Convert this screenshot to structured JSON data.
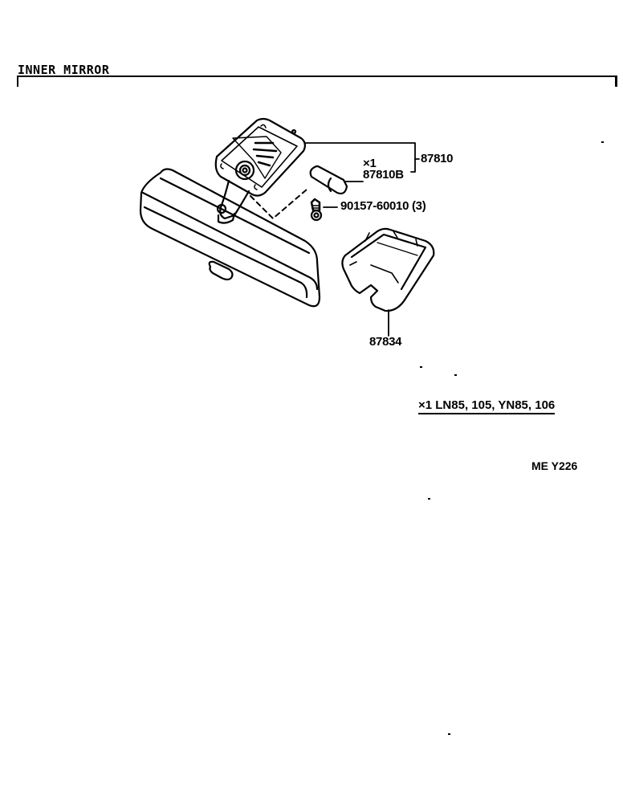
{
  "section": {
    "title": "INNER MIRROR"
  },
  "parts": {
    "assembly": "87810",
    "bulb_marker": "×1",
    "bulb": "87810B",
    "screw": "90157-60010 (3)",
    "cover": "87834"
  },
  "footnote": {
    "text": "×1  LN85, 105, YN85, 106"
  },
  "figure_code": "ME  Y226",
  "colors": {
    "ink": "#000000",
    "paper": "#ffffff"
  }
}
